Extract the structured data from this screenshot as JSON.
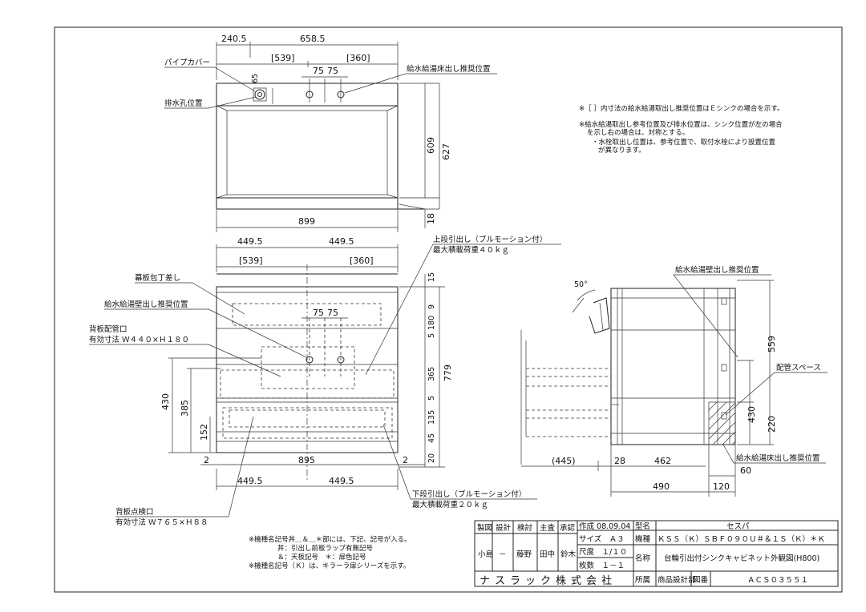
{
  "top_view": {
    "dims": {
      "left_top": "240.5",
      "right_top": "658.5",
      "bracket_left": "[539]",
      "bracket_right": "[360]",
      "d75a": "75",
      "d75b": "75",
      "d65": "65",
      "h609": "609",
      "h627": "627",
      "w899": "899",
      "h18": "18"
    },
    "labels": {
      "pipe_cover": "パイプカバー",
      "drain": "排水孔位置",
      "floor_supply": "給水給湯床出し推奨位置"
    }
  },
  "front_view": {
    "dims": {
      "w4495a": "449.5",
      "w4495b": "449.5",
      "bracket_left": "[539]",
      "bracket_right": "[360]",
      "d75a": "75",
      "d75b": "75",
      "h15": "15",
      "h180": "180",
      "h9": "9",
      "h5a": "5",
      "h365": "365",
      "h5b": "5",
      "h135": "135",
      "h45": "45",
      "h20": "20",
      "h779": "779",
      "h430": "430",
      "h385": "385",
      "h152": "152",
      "side_a": "2",
      "w895": "895",
      "side_b": "2",
      "w4495c": "449.5",
      "w4495d": "449.5"
    },
    "labels": {
      "upper_drawer": "上段引出し（ブルモーション付）",
      "upper_load": "最大積載荷重４０ｋｇ",
      "kickboard": "幕板包丁差し",
      "wall_supply": "給水給湯壁出し推奨位置",
      "back_pipe": "背板配管口",
      "back_pipe_size": "有効寸法 Ｗ４４０×Ｈ１８０",
      "lower_drawer": "下段引出し（ブルモーション付）",
      "lower_load": "最大積載荷重２０ｋｇ",
      "back_inspect": "背板点検口",
      "back_inspect_size": "有効寸法 Ｗ７６５×Ｈ８８"
    }
  },
  "side_view": {
    "dims": {
      "angle": "50°",
      "h559": "559",
      "h430": "430",
      "h220": "220",
      "d445": "(445)",
      "d28": "28",
      "d462": "462",
      "d490": "490",
      "d120": "120",
      "d60": "60"
    },
    "labels": {
      "wall_supply": "給水給湯壁出し推奨位置",
      "pipe_space": "配管スペース",
      "floor_supply": "給水給湯床出し推奨位置"
    }
  },
  "notes": {
    "n1": "※［ ］内寸法の給水給湯取出し推奨位置はＥシンクの場合を示す。",
    "n2a": "※給水給湯取出し参考位置及び排水位置は、シンク位置が左の場合",
    "n2b": "を示し右の場合は、対称とする。",
    "n3a": "・水栓取出し位置は、参考位置で、取付水栓により設置位置",
    "n3b": "が異なります。",
    "m1": "※機種名記号丼＿＆＿＊部には、下記、記号が入る。",
    "m2": "丼：引出し前板ラップ有無記号",
    "m3": "＆：天板記号　＊：扉色記号",
    "m4": "※機種名記号（Ｋ）は、キラーラ扉シリーズを示す。"
  },
  "title_block": {
    "h_seizu": "製図",
    "h_sekkei": "設計",
    "h_kento": "検討",
    "h_shusa": "主査",
    "h_shonin": "承認",
    "sakusei": "作成 08.09.04",
    "katamei_h": "型名",
    "katamei": "セスパ",
    "size": "サイズ　Ａ３",
    "kishu_h": "機種",
    "kishu": "ＫＳＳ（Ｋ）ＳＢＦ０９０Ｕ＃＆１Ｓ（Ｋ）＊Ｋ",
    "s_seizu": "小島",
    "s_sekkei": "－",
    "s_kento": "藤野",
    "s_shusa": "田中",
    "s_shonin": "鈴木",
    "shakudo": "尺度　１/１０",
    "maisu": "枚数　１－１",
    "meisho_h": "名称",
    "meisho": "台輪引出付シンクキャビネット外観図(H800)",
    "company": "ナスラック株式会社",
    "shozoku_h": "所属",
    "shozoku": "商品設計部",
    "zuban_h": "図番",
    "zuban": "ＡＣＳ０３５５１"
  }
}
